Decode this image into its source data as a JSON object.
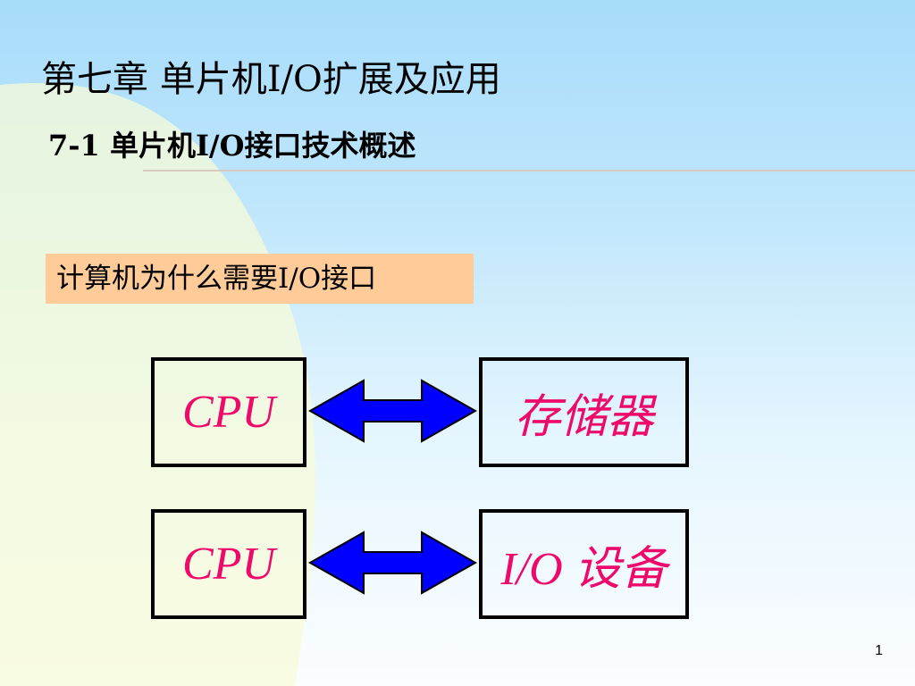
{
  "slide": {
    "title": "第七章  单片机I/O扩展及应用",
    "subtitle": "7-1  单片机I/O接口技术概述",
    "question": "计算机为什么需要I/O接口",
    "page_number": "1"
  },
  "diagram": {
    "rows": [
      {
        "left": "CPU",
        "right": "存储器"
      },
      {
        "left": "CPU",
        "right": "I/O 设备"
      }
    ],
    "colors": {
      "label_text": "#ee0a6b",
      "arrow": "#0000ff",
      "box_border": "#000000",
      "question_bg": "#ffcc99"
    }
  }
}
